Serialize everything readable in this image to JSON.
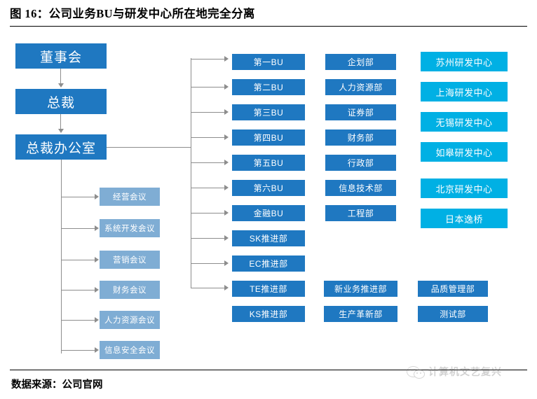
{
  "figure": {
    "title": "图 16：公司业务BU与研发中心所在地完全分离",
    "source_label": "数据来源：公司官网",
    "watermark": "计算机文艺复兴"
  },
  "colors": {
    "primary_blue": "#1f78c1",
    "light_blue": "#7fadd4",
    "cyan": "#00b0e4",
    "connector_gray": "#8d8d8d",
    "rule_black": "#000000"
  },
  "chart_data": {
    "type": "diagram",
    "title": "图 16：公司业务BU与研发中心所在地完全分离",
    "hierarchy": {
      "root": "董事会",
      "chain": [
        "董事会",
        "总裁",
        "总裁办公室"
      ]
    },
    "columns": [
      {
        "name": "leadership",
        "items": [
          "董事会",
          "总裁",
          "总裁办公室"
        ]
      },
      {
        "name": "meetings",
        "items": [
          "经营会议",
          "系统开发会议",
          "营销会议",
          "财务会议",
          "人力资源会议",
          "信息安全会议"
        ]
      },
      {
        "name": "business_units",
        "items": [
          "第一BU",
          "第二BU",
          "第三BU",
          "第四BU",
          "第五BU",
          "第六BU",
          "金融BU",
          "SK推进部",
          "EC推进部",
          "TE推进部",
          "KS推进部"
        ]
      },
      {
        "name": "departments",
        "items": [
          "企划部",
          "人力资源部",
          "证券部",
          "财务部",
          "行政部",
          "信息技术部",
          "工程部",
          "新业务推进部",
          "生产革新部"
        ]
      },
      {
        "name": "rnd_centers",
        "items": [
          "苏州研发中心",
          "上海研发中心",
          "无锡研发中心",
          "如皋研发中心",
          "北京研发中心",
          "日本逸桥",
          "品质管理部",
          "测试部"
        ]
      }
    ]
  },
  "leadership": {
    "board": "董事会",
    "president": "总裁",
    "president_office": "总裁办公室"
  },
  "meetings": [
    {
      "label": "经营会议"
    },
    {
      "label": "系统开发会议"
    },
    {
      "label": "营销会议"
    },
    {
      "label": "财务会议"
    },
    {
      "label": "人力资源会议"
    },
    {
      "label": "信息安全会议"
    }
  ],
  "business_units": [
    {
      "label": "第一BU"
    },
    {
      "label": "第二BU"
    },
    {
      "label": "第三BU"
    },
    {
      "label": "第四BU"
    },
    {
      "label": "第五BU"
    },
    {
      "label": "第六BU"
    },
    {
      "label": "金融BU"
    },
    {
      "label": "SK推进部"
    },
    {
      "label": "EC推进部"
    },
    {
      "label": "TE推进部"
    },
    {
      "label": "KS推进部"
    }
  ],
  "departments": [
    {
      "label": "企划部"
    },
    {
      "label": "人力资源部"
    },
    {
      "label": "证券部"
    },
    {
      "label": "财务部"
    },
    {
      "label": "行政部"
    },
    {
      "label": "信息技术部"
    },
    {
      "label": "工程部"
    }
  ],
  "departments_lower": [
    {
      "label": "新业务推进部"
    },
    {
      "label": "生产革新部"
    }
  ],
  "rnd_centers": [
    {
      "label": "苏州研发中心"
    },
    {
      "label": "上海研发中心"
    },
    {
      "label": "无锡研发中心"
    },
    {
      "label": "如皋研发中心"
    },
    {
      "label": "北京研发中心"
    },
    {
      "label": "日本逸桥"
    }
  ],
  "quality_units": [
    {
      "label": "品质管理部"
    },
    {
      "label": "测试部"
    }
  ]
}
